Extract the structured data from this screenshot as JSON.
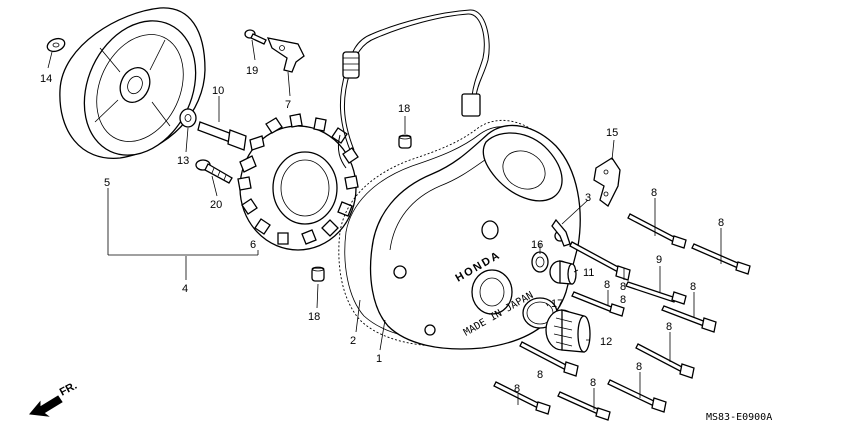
{
  "diagram": {
    "part_numbers": {
      "p1": "1",
      "p2": "2",
      "p3": "3",
      "p4": "4",
      "p5": "5",
      "p6": "6",
      "p7": "7",
      "p8": "8",
      "p9": "9",
      "p10": "10",
      "p11": "11",
      "p12": "12",
      "p13": "13",
      "p14": "14",
      "p15": "15",
      "p16": "16",
      "p17": "17",
      "p18": "18",
      "p19": "19",
      "p20": "20"
    },
    "cover_brand": "HONDA",
    "cover_origin": "MADE IN JAPAN",
    "diagram_code": "MS83-E0900A",
    "direction_label": "FR."
  }
}
